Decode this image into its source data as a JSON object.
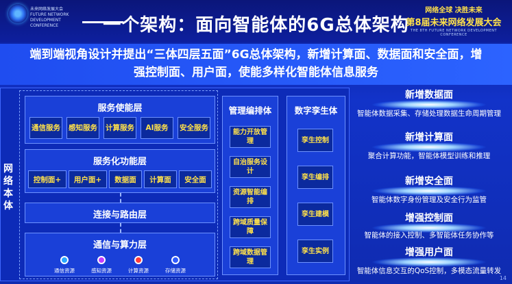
{
  "header": {
    "title": "一个架构：面向智能体的6G总体架构",
    "left_logo_text": "未来网络发展大会 FUTURE NETWORK DEVELOPMENT CONFERENCE",
    "conf_slogan": "网络全球 决胜未来",
    "conf_name": "第8届未来网络发展大会",
    "conf_sub": "THE 8TH FUTURE NETWORK DEVELOPMENT CONFERENCE"
  },
  "intro": {
    "line1": "端到端视角设计并提出“三体四层五面”6G总体架构，新增计算面、数据面和安全面，增",
    "line2": "强控制面、用户面，使能多样化智能体信息服务"
  },
  "network_body_label": "网络本体",
  "layers": {
    "service_enable": {
      "title": "服务使能层",
      "items": [
        "通信服务",
        "感知服务",
        "计算服务",
        "AI服务",
        "安全服务"
      ]
    },
    "service_function": {
      "title": "服务化功能层",
      "items": [
        "控制面+",
        "用户面+",
        "数据面",
        "计算面",
        "安全面"
      ]
    },
    "connect_route": {
      "title": "连接与路由层"
    },
    "comm_compute": {
      "title": "通信与算力层",
      "resources": [
        {
          "label": "通信资源",
          "color": "#2aa8ff"
        },
        {
          "label": "感知资源",
          "color": "#c33cff"
        },
        {
          "label": "计算资源",
          "color": "#ff3b3b"
        },
        {
          "label": "存储资源",
          "color": "#2f5bff"
        }
      ]
    }
  },
  "mgmt": {
    "title": "管理编排体",
    "items": [
      "能力开放管理",
      "自治服务设计",
      "资源智能编排",
      "跨域质量保障",
      "跨域数据管理"
    ]
  },
  "twin": {
    "title": "数字孪生体",
    "items": [
      "孪生控制",
      "孪生编排",
      "孪生建模",
      "孪生实例"
    ]
  },
  "right_blocks": [
    {
      "title": "新增数据面",
      "desc": "智能体数据采集、存储处理数据生命周期管理"
    },
    {
      "title": "新增计算面",
      "desc": "聚合计算功能，智能体模型训练和推理"
    },
    {
      "title": "新增安全面",
      "desc": "智能体数字身份管理及安全行为监管"
    },
    {
      "title": "增强控制面",
      "desc": "智能体的接入控制、多智能体任务协作等"
    },
    {
      "title": "增强用户面",
      "desc": "智能体信息交互的QoS控制，多模态流量转发"
    }
  ],
  "page_number": "14"
}
